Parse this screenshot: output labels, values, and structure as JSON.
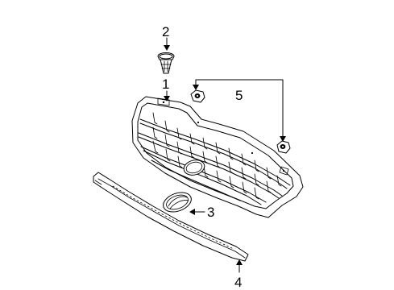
{
  "callouts": [
    {
      "id": "1",
      "label": "1",
      "part": "grille"
    },
    {
      "id": "2",
      "label": "2",
      "part": "clip"
    },
    {
      "id": "3",
      "label": "3",
      "part": "emblem"
    },
    {
      "id": "4",
      "label": "4",
      "part": "molding"
    },
    {
      "id": "5",
      "label": "5",
      "part": "nuts"
    }
  ]
}
